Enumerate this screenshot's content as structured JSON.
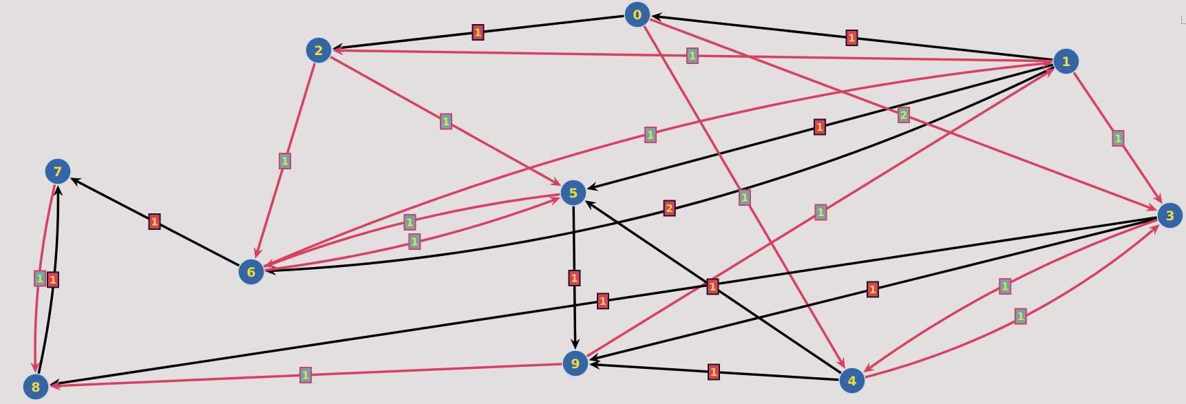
{
  "colors": {
    "background": "#e3dfdf",
    "node_fill": "#3465a4",
    "node_stroke": "#cfd8e6",
    "node_text": "#f2dc3a",
    "edge_black": "#000000",
    "edge_red": "#d9405f",
    "label_black_bg": "#d9405f",
    "label_black_border": "#1a1a1a",
    "label_black_text": "#f2dc3a",
    "label_red_bg": "#6fa5b0",
    "label_red_border": "#d9405f",
    "label_red_text": "#f2dc3a"
  },
  "nodes": [
    {
      "id": "0",
      "label": "0"
    },
    {
      "id": "1",
      "label": "1"
    },
    {
      "id": "2",
      "label": "2"
    },
    {
      "id": "3",
      "label": "3"
    },
    {
      "id": "4",
      "label": "4"
    },
    {
      "id": "5",
      "label": "5"
    },
    {
      "id": "6",
      "label": "6"
    },
    {
      "id": "7",
      "label": "7"
    },
    {
      "id": "8",
      "label": "8"
    },
    {
      "id": "9",
      "label": "9"
    }
  ],
  "edges": [
    {
      "from": "0",
      "to": "2",
      "weight": "1",
      "color": "black"
    },
    {
      "from": "1",
      "to": "0",
      "weight": "1",
      "color": "black"
    },
    {
      "from": "1",
      "to": "2",
      "weight": "1",
      "color": "red"
    },
    {
      "from": "1",
      "to": "6",
      "weight": "2",
      "color": "black"
    },
    {
      "from": "1",
      "to": "5",
      "weight": "1",
      "color": "black"
    },
    {
      "from": "0",
      "to": "3",
      "weight": "2",
      "color": "red"
    },
    {
      "from": "1",
      "to": "3",
      "weight": "1",
      "color": "red"
    },
    {
      "from": "0",
      "to": "4",
      "weight": "1",
      "color": "red"
    },
    {
      "from": "2",
      "to": "6",
      "weight": "1",
      "color": "red"
    },
    {
      "from": "2",
      "to": "5",
      "weight": "1",
      "color": "red"
    },
    {
      "from": "5",
      "to": "6",
      "weight": "1",
      "color": "red"
    },
    {
      "from": "6",
      "to": "5",
      "weight": "1",
      "color": "red"
    },
    {
      "from": "6",
      "to": "1",
      "weight": "1",
      "color": "red"
    },
    {
      "from": "9",
      "to": "1",
      "weight": "1",
      "color": "red"
    },
    {
      "from": "6",
      "to": "7",
      "weight": "1",
      "color": "black"
    },
    {
      "from": "7",
      "to": "8",
      "weight": "1",
      "color": "red"
    },
    {
      "from": "8",
      "to": "7",
      "weight": "1",
      "color": "black"
    },
    {
      "from": "5",
      "to": "9",
      "weight": "1",
      "color": "black"
    },
    {
      "from": "4",
      "to": "5",
      "weight": "1",
      "color": "black"
    },
    {
      "from": "3",
      "to": "8",
      "weight": "1",
      "color": "black"
    },
    {
      "from": "3",
      "to": "9",
      "weight": "1",
      "color": "black"
    },
    {
      "from": "9",
      "to": "8",
      "weight": "1",
      "color": "red"
    },
    {
      "from": "4",
      "to": "9",
      "weight": "1",
      "color": "black"
    },
    {
      "from": "3",
      "to": "4",
      "weight": "1",
      "color": "red"
    },
    {
      "from": "4",
      "to": "3",
      "weight": "1",
      "color": "red"
    }
  ]
}
